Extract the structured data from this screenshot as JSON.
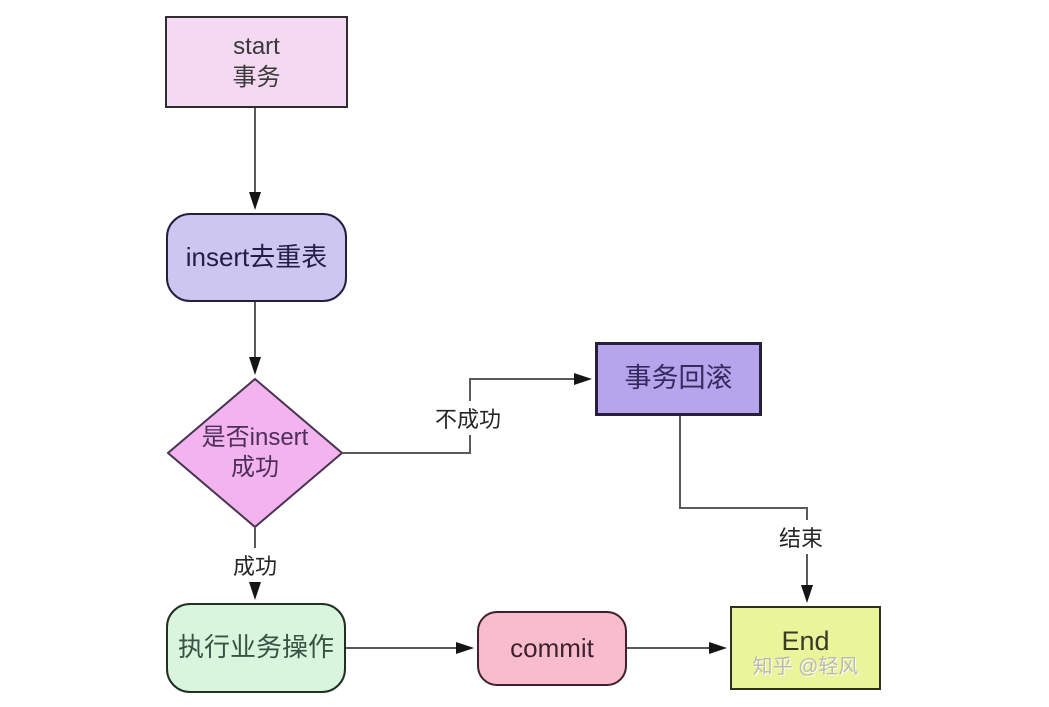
{
  "diagram": {
    "background_color": "#ffffff",
    "line_color": "#5a5a5a",
    "arrowhead_color": "#151515",
    "nodes": {
      "start": {
        "shape": "rectangle",
        "line1": "start",
        "line2": "事务",
        "fill": "#f5d8f2",
        "border": "#2e2e2e",
        "text_color": "#3a3a3a"
      },
      "insert": {
        "shape": "rounded-rectangle",
        "label": "insert去重表",
        "fill": "#ccc6f0",
        "border": "#23203f",
        "text_color": "#221e45"
      },
      "decision": {
        "shape": "diamond",
        "line1": "是否insert",
        "line2": "成功",
        "fill": "#f2b3ee",
        "border": "#4a3454",
        "text_color": "#4d2f59"
      },
      "rollback": {
        "shape": "rectangle",
        "label": "事务回滚",
        "fill": "#b6a4ec",
        "border": "#26203d",
        "text_color": "#352a5e"
      },
      "execute": {
        "shape": "rounded-rectangle",
        "label": "执行业务操作",
        "fill": "#d9f5de",
        "border": "#22301f",
        "text_color": "#3a5243"
      },
      "commit": {
        "shape": "rounded-rectangle",
        "label": "commit",
        "fill": "#f9bccd",
        "border": "#43202f",
        "text_color": "#3d2230"
      },
      "end": {
        "shape": "rectangle",
        "label": "End",
        "fill": "#e9f49b",
        "border": "#30301c",
        "text_color": "#3a3a2a"
      }
    },
    "edge_labels": {
      "fail": "不成功",
      "success": "成功",
      "finish": "结束"
    },
    "watermark": "知乎 @轻风"
  }
}
